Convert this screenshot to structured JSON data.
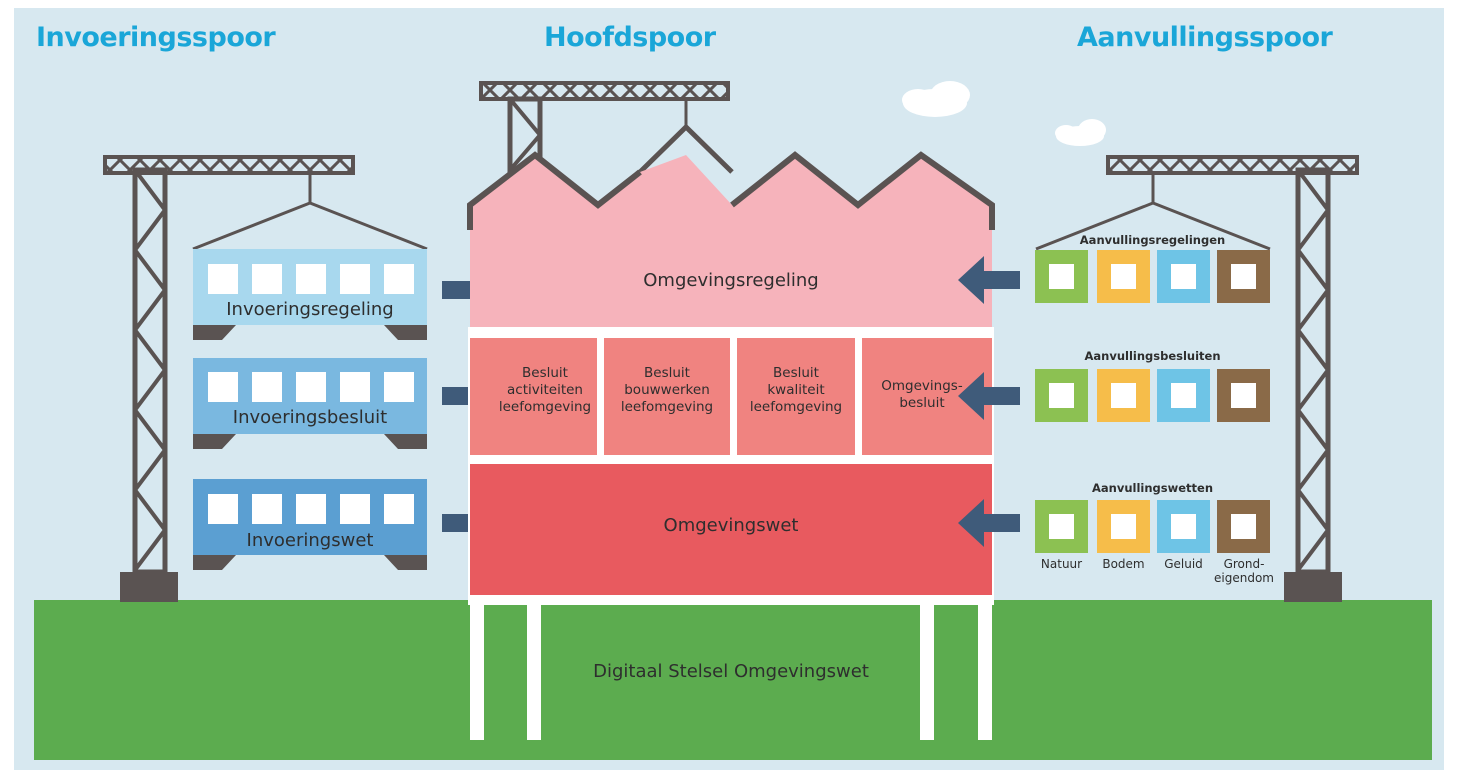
{
  "headers": {
    "left": "Invoeringsspoor",
    "center": "Hoofdspoor",
    "right": "Aanvullingsspoor"
  },
  "left_wagons": [
    {
      "label": "Invoeringsregeling",
      "color": "#a8d8ee"
    },
    {
      "label": "Invoeringsbesluit",
      "color": "#7ab8e0"
    },
    {
      "label": "Invoeringswet",
      "color": "#5b9fd2"
    }
  ],
  "building": {
    "regeling": "Omgevingsregeling",
    "besluiten": [
      "Besluit\nactiviteiten\nleefomgeving",
      "Besluit\nbouwwerken\nleefomgeving",
      "Besluit\nkwaliteit\nleefomgeving",
      "Omgevings-\nbesluit"
    ],
    "wet": "Omgevingswet",
    "foundation": "Digitaal Stelsel Omgevingswet"
  },
  "right_groups": {
    "regelingen": "Aanvullingsregelingen",
    "besluiten": "Aanvullingsbesluiten",
    "wetten": "Aanvullingswetten"
  },
  "categories": [
    {
      "label": "Natuur",
      "color": "#8cc152"
    },
    {
      "label": "Bodem",
      "color": "#f6bd4a"
    },
    {
      "label": "Geluid",
      "color": "#6ec4e6"
    },
    {
      "label": "Grond-\neigendom",
      "color": "#8a6a48"
    }
  ],
  "colors": {
    "sky": "#d7e8f0",
    "grass": "#5cac4f",
    "crane": "#5a5352",
    "arrow": "#3f5b7a",
    "regeling": "#f6b3bb",
    "besluit": "#f08380",
    "wet": "#e85a5f"
  }
}
